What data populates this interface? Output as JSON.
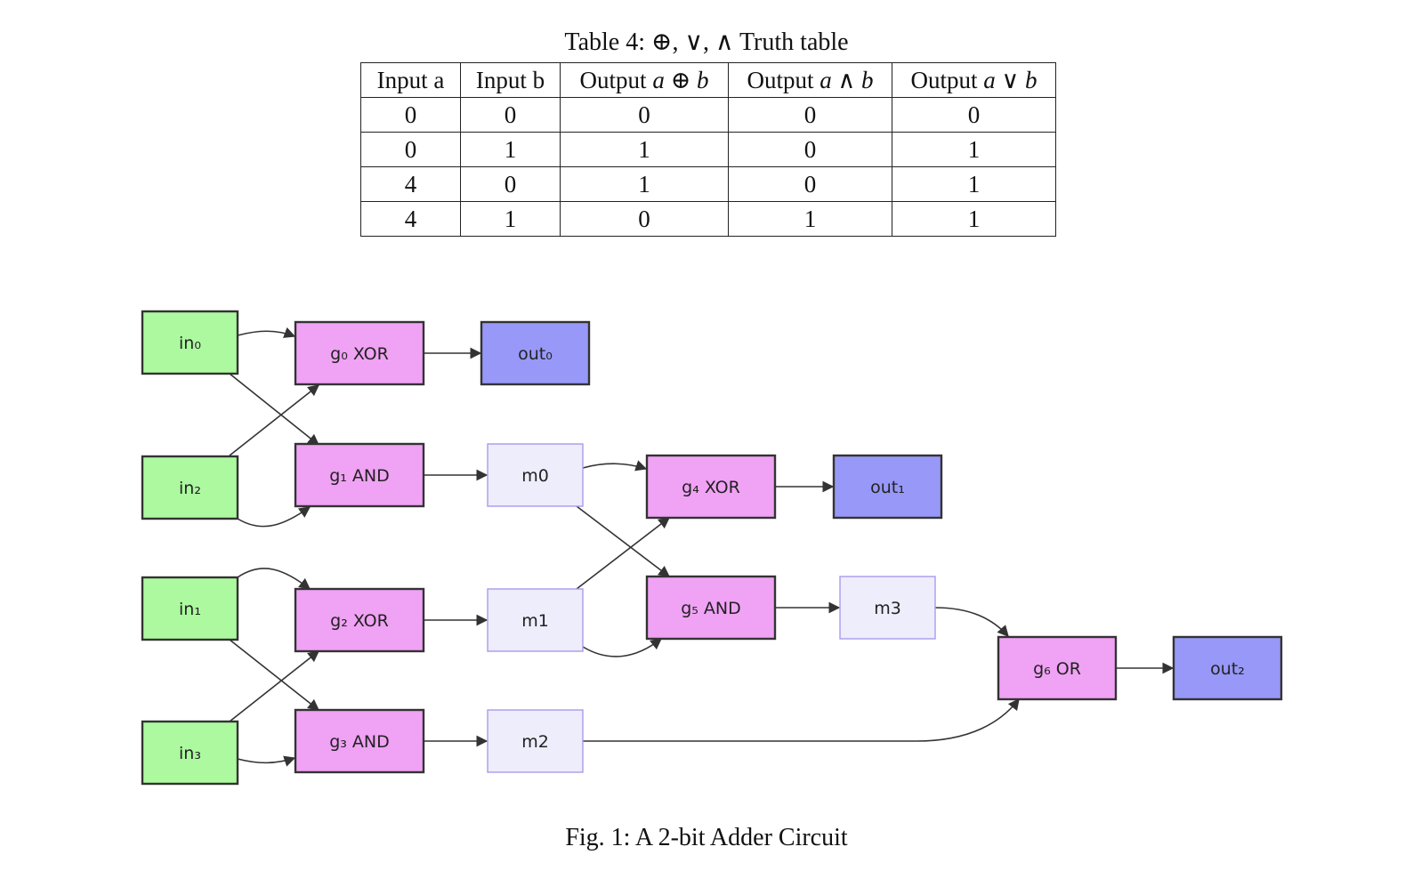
{
  "table": {
    "caption_prefix": "Table 4:",
    "caption_symbols": "⊕, ∨, ∧",
    "caption_suffix": "Truth table",
    "headers": [
      {
        "text": "Input a",
        "math": "",
        "op": ""
      },
      {
        "text": "Input b",
        "math": "",
        "op": ""
      },
      {
        "text": "Output",
        "math": "a",
        "op": "⊕",
        "math2": "b"
      },
      {
        "text": "Output",
        "math": "a",
        "op": "∧",
        "math2": "b"
      },
      {
        "text": "Output",
        "math": "a",
        "op": "∨",
        "math2": "b"
      }
    ],
    "rows": [
      [
        "0",
        "0",
        "0",
        "0",
        "0"
      ],
      [
        "0",
        "1",
        "1",
        "0",
        "1"
      ],
      [
        "4",
        "0",
        "1",
        "0",
        "1"
      ],
      [
        "4",
        "1",
        "0",
        "1",
        "1"
      ]
    ]
  },
  "diagram": {
    "colors": {
      "input": "#adf9a0",
      "gate": "#f0a2f4",
      "intermediate": "#ededfc",
      "output": "#9898f8",
      "stroke_dark": "#333333",
      "stroke_intermediate": "#aa99ee",
      "edge": "#333333"
    },
    "nodes": [
      {
        "id": "in0",
        "label": "in₀",
        "kind": "input"
      },
      {
        "id": "in2",
        "label": "in₂",
        "kind": "input"
      },
      {
        "id": "in1",
        "label": "in₁",
        "kind": "input"
      },
      {
        "id": "in3",
        "label": "in₃",
        "kind": "input"
      },
      {
        "id": "g0",
        "label": "g₀ XOR",
        "kind": "gate"
      },
      {
        "id": "g1",
        "label": "g₁ AND",
        "kind": "gate"
      },
      {
        "id": "g2",
        "label": "g₂ XOR",
        "kind": "gate"
      },
      {
        "id": "g3",
        "label": "g₃ AND",
        "kind": "gate"
      },
      {
        "id": "out0",
        "label": "out₀",
        "kind": "output"
      },
      {
        "id": "m0",
        "label": "m0",
        "kind": "intermediate"
      },
      {
        "id": "m1",
        "label": "m1",
        "kind": "intermediate"
      },
      {
        "id": "m2",
        "label": "m2",
        "kind": "intermediate"
      },
      {
        "id": "g4",
        "label": "g₄ XOR",
        "kind": "gate"
      },
      {
        "id": "g5",
        "label": "g₅ AND",
        "kind": "gate"
      },
      {
        "id": "out1",
        "label": "out₁",
        "kind": "output"
      },
      {
        "id": "m3",
        "label": "m3",
        "kind": "intermediate"
      },
      {
        "id": "g6",
        "label": "g₆ OR",
        "kind": "gate"
      },
      {
        "id": "out2",
        "label": "out₂",
        "kind": "output"
      }
    ],
    "edges": [
      {
        "from": "in0",
        "to": "g0"
      },
      {
        "from": "in0",
        "to": "g1"
      },
      {
        "from": "in2",
        "to": "g0"
      },
      {
        "from": "in2",
        "to": "g1"
      },
      {
        "from": "in1",
        "to": "g2"
      },
      {
        "from": "in1",
        "to": "g3"
      },
      {
        "from": "in3",
        "to": "g2"
      },
      {
        "from": "in3",
        "to": "g3"
      },
      {
        "from": "g0",
        "to": "out0"
      },
      {
        "from": "g1",
        "to": "m0"
      },
      {
        "from": "g2",
        "to": "m1"
      },
      {
        "from": "g3",
        "to": "m2"
      },
      {
        "from": "m0",
        "to": "g4"
      },
      {
        "from": "m0",
        "to": "g5"
      },
      {
        "from": "m1",
        "to": "g4"
      },
      {
        "from": "m1",
        "to": "g5"
      },
      {
        "from": "g4",
        "to": "out1"
      },
      {
        "from": "g5",
        "to": "m3"
      },
      {
        "from": "m3",
        "to": "g6"
      },
      {
        "from": "m2",
        "to": "g6"
      },
      {
        "from": "g6",
        "to": "out2"
      }
    ]
  },
  "figure": {
    "caption": "Fig. 1: A 2-bit Adder Circuit"
  }
}
